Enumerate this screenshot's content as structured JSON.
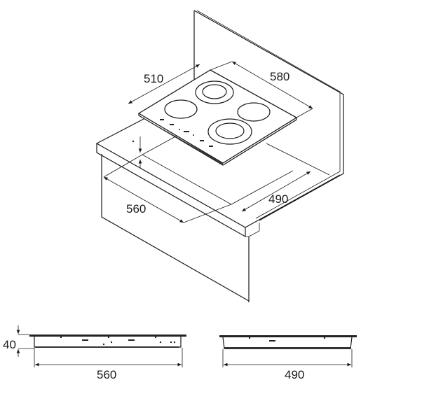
{
  "dimensions": {
    "hob_depth": "510",
    "hob_width": "580",
    "cutout_width": "560",
    "cutout_depth": "490",
    "side_height": "40",
    "side_width": "560",
    "front_width": "490"
  }
}
